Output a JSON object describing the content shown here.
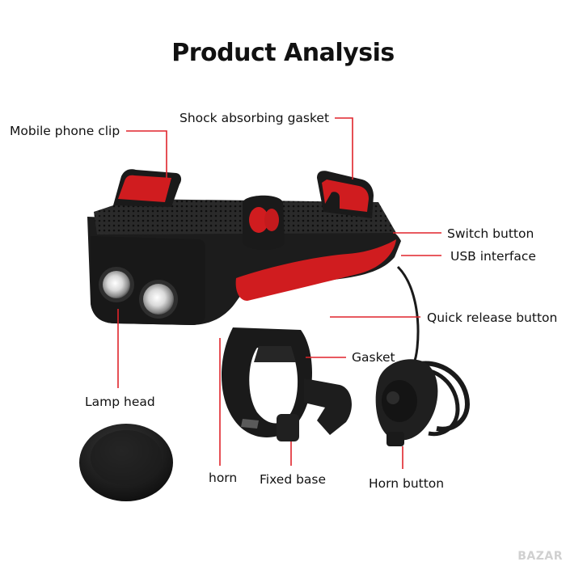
{
  "title": "Product Analysis",
  "labels": {
    "mobile_phone_clip": "Mobile phone clip",
    "shock_absorbing_gasket": "Shock absorbing gasket",
    "switch_button": "Switch button",
    "usb_interface": "USB interface",
    "quick_release_button": "Quick release button",
    "gasket": "Gasket",
    "lamp_head": "Lamp head",
    "horn": "horn",
    "fixed_base": "Fixed base",
    "horn_button": "Horn button"
  },
  "watermark": "BAZAR",
  "colors": {
    "accent_red": "#d01c1f",
    "leader_line_red": "#e0242b",
    "body_black": "#1c1c1c",
    "background": "#ffffff"
  }
}
